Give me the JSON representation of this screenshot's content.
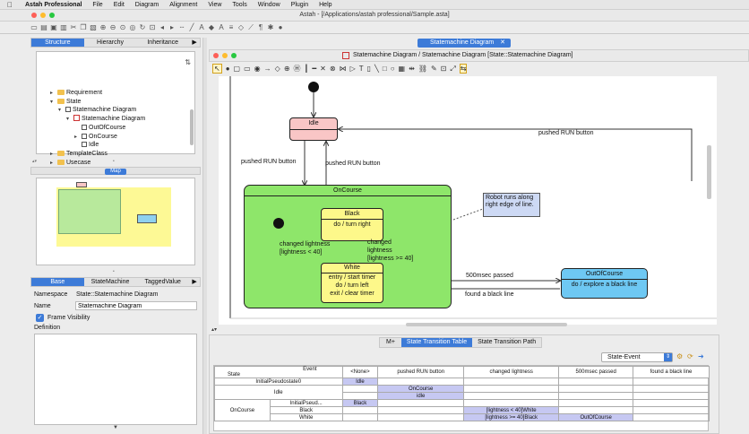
{
  "menubar": {
    "app": "Astah Professional",
    "items": [
      "File",
      "Edit",
      "Diagram",
      "Alignment",
      "View",
      "Tools",
      "Window",
      "Plugin",
      "Help"
    ]
  },
  "window": {
    "title": "Astah - [/Applications/astah professional/Sample.asta]"
  },
  "left": {
    "tabs": [
      "Structure",
      "Hierarchy",
      "Inheritance"
    ],
    "tree": [
      {
        "label": "Requirement",
        "depth": 1,
        "icon": "folder",
        "expander": "▸"
      },
      {
        "label": "State",
        "depth": 1,
        "icon": "folder",
        "expander": "▾"
      },
      {
        "label": "Statemachine Diagram",
        "depth": 2,
        "icon": "list",
        "expander": "▾"
      },
      {
        "label": "Statemachine Diagram",
        "depth": 3,
        "icon": "statemachine",
        "expander": "▾"
      },
      {
        "label": "OutOfCourse",
        "depth": 4,
        "icon": "box",
        "expander": ""
      },
      {
        "label": "OnCourse",
        "depth": 4,
        "icon": "box",
        "expander": "▸"
      },
      {
        "label": "Idle",
        "depth": 4,
        "icon": "box",
        "expander": ""
      },
      {
        "label": "TemplateClass",
        "depth": 1,
        "icon": "folder",
        "expander": "▸"
      },
      {
        "label": "Usecase",
        "depth": 1,
        "icon": "folder",
        "expander": "▸"
      }
    ],
    "map_label": "Map",
    "prop_tabs": [
      "Base",
      "StateMachine",
      "TaggedValue"
    ],
    "namespace_label": "Namespace",
    "namespace_value": "State::Statemachine Diagram",
    "name_label": "Name",
    "name_value": "Statemachine Diagram",
    "frame_visibility": "Frame Visibility",
    "definition_label": "Definition"
  },
  "editor": {
    "tab": "Statemachine Diagram",
    "title": "Statemachine Diagram / Statemachine Diagram [State::Statemachine Diagram]"
  },
  "diagram": {
    "idle": "Idle",
    "oncourse": "OnCourse",
    "black_name": "Black",
    "black_action": "do / turn right",
    "white_name": "White",
    "white_entry": "entry / start timer",
    "white_do": "do / turn left",
    "white_exit": "exit / clear timer",
    "out_name": "OutOfCourse",
    "out_action": "do / explore a black line",
    "note": "Robot runs along right edge of line.",
    "t_pushed1": "pushed RUN button",
    "t_pushed2": "pushed RUN button",
    "t_pushed3": "pushed RUN button",
    "t_changed1a": "changed lightness",
    "t_changed1b": "[lightness < 40]",
    "t_changed2a": "changed",
    "t_changed2b": "lightness",
    "t_changed2c": "[lightness >= 40]",
    "t_500": "500msec passed",
    "t_found": "found a black line"
  },
  "bottom": {
    "tabs": [
      "M+",
      "State Transition Table",
      "State Transition Path"
    ],
    "select_value": "State-Event",
    "header_event": "Event",
    "header_state": "State",
    "columns": [
      "<None>",
      "pushed RUN button",
      "changed lightness",
      "500msec passed",
      "found a black line"
    ],
    "rows": [
      {
        "group": "",
        "state": "InitialPseudostate0",
        "cells": [
          "Idle",
          "",
          "",
          "",
          ""
        ]
      },
      {
        "group": "",
        "state": "Idle",
        "cells": [
          "",
          "OnCourse",
          "",
          "",
          ""
        ]
      },
      {
        "group": "",
        "state": "",
        "cells": [
          "",
          "idle",
          "",
          "",
          ""
        ]
      },
      {
        "group": "OnCourse",
        "state": "InitialPseud...",
        "cells": [
          "Black",
          "",
          "",
          "",
          ""
        ]
      },
      {
        "group": "",
        "state": "Black",
        "cells": [
          "",
          "",
          "[lightness < 40]White",
          "",
          ""
        ]
      },
      {
        "group": "",
        "state": "White",
        "cells": [
          "",
          "",
          "[lightness >= 40]Black",
          "OutOfCourse",
          ""
        ]
      }
    ]
  },
  "colors": {
    "accent": "#3d7bd8",
    "idle": "#f9c6c6",
    "oncourse": "#8ee66a",
    "yellow": "#fdf88a",
    "outofcourse": "#6ec8f3"
  }
}
